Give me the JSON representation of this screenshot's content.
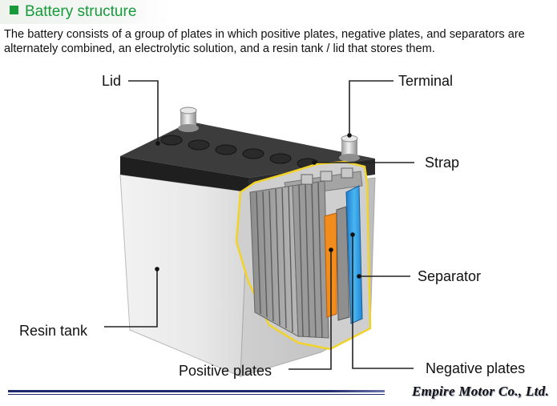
{
  "header": {
    "title": "Battery structure",
    "description": "The battery consists of a group of plates in which positive plates, negative plates, and separators are alternately combined, an electrolytic solution, and a resin tank / lid that stores them."
  },
  "diagram": {
    "labels": {
      "lid": "Lid",
      "terminal": "Terminal",
      "strap": "Strap",
      "separator": "Separator",
      "resin_tank": "Resin tank",
      "positive_plates": "Positive plates",
      "negative_plates": "Negative plates"
    },
    "colors": {
      "positive_plate": "#f28c1c",
      "separator": "#2e9be0",
      "cutaway_outline": "#f2d32a",
      "lid": "#3a3a3a",
      "tank": "#e6e6e6",
      "title_green": "#169a3a"
    }
  },
  "footer": {
    "company": "Empire Motor Co., Ltd."
  }
}
